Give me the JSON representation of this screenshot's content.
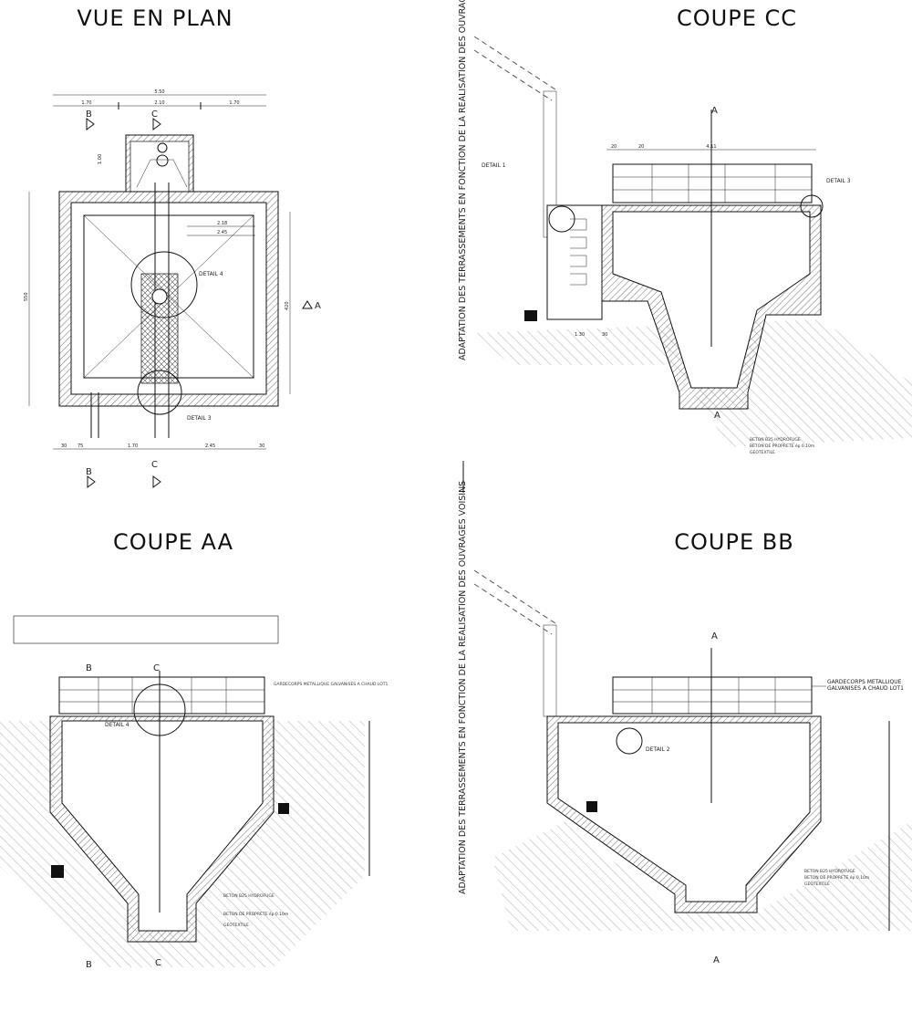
{
  "views": {
    "plan": {
      "title": "VUE EN PLAN",
      "dims": {
        "total": "5.50",
        "left": "1.70",
        "mid": "2.10",
        "right": "1.70",
        "chamber": "1.00",
        "d1": "2.18",
        "d2": "2.45",
        "height": "550",
        "right_h": "420",
        "b1": "30",
        "b2": "75",
        "b3": "1.70",
        "b4": "2.45",
        "b5": "30"
      },
      "details": [
        "DETAIL 4",
        "DETAIL 3"
      ],
      "markers": {
        "a": "A",
        "b": "B",
        "c": "C"
      }
    },
    "cc": {
      "title": "COUPE CC",
      "details": [
        "DETAIL 1",
        "DETAIL 3"
      ],
      "dims": {
        "top": "4.11",
        "d20a": "20",
        "d20b": "20",
        "d130": "1.30",
        "d30": "30"
      },
      "notes": [
        "BETON B25 HYDROFUGE",
        "BETON DE PROPRETE ép 0.10m",
        "GEOTEXTILE"
      ]
    },
    "aa": {
      "title": "COUPE AA",
      "details": [
        "DETAIL 4"
      ],
      "notes": [
        "GARDECORPS METALLIQUE GALVANISES A CHAUD LOT1",
        "BETON B25 HYDROFUGE",
        "BETON DE PROPRETE ép 0.10m",
        "GEOTEXTILE"
      ]
    },
    "bb": {
      "title": "COUPE BB",
      "details": [
        "DETAIL 2"
      ],
      "notes": [
        "GARDECORPS METALLIQUE GALVANISES A CHAUD LOT1",
        "BETON B25 HYDROFUGE",
        "BETON DE PROPRETE ép 0.10m",
        "GEOTEXTILE"
      ]
    }
  },
  "side_note": "ADAPTATION DES TERRASSEMENTS EN FONCTION DE LA REALISATION DES OUVRAGES VOISINS"
}
